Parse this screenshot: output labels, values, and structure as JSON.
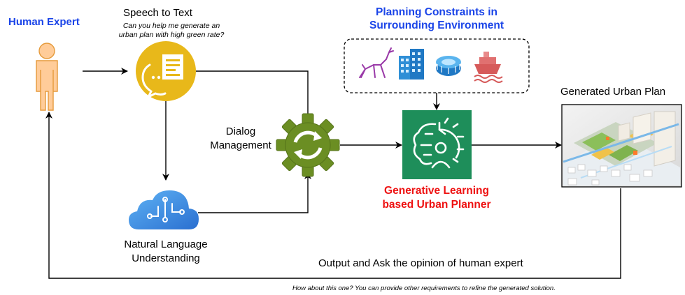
{
  "human_expert": {
    "label": "Human Expert"
  },
  "speech_to_text": {
    "title": "Speech to Text",
    "query": [
      "Can you help me generate an",
      "urban plan with high green rate?"
    ]
  },
  "constraints": {
    "title": [
      "Planning Constraints in",
      "Surrounding Environment"
    ]
  },
  "generated_plan": {
    "label": "Generated Urban Plan"
  },
  "dialog_management": {
    "label": [
      "Dialog",
      "Management"
    ]
  },
  "planner": {
    "label": [
      "Generative Learning",
      "based Urban Planner"
    ]
  },
  "nlu": {
    "label": [
      "Natural Language",
      "Understanding"
    ]
  },
  "feedback": {
    "label": "Output and Ask the opinion of human expert",
    "note": "How about this one? You can provide other requirements to refine the generated solution."
  },
  "colors": {
    "blue_text": "#1a44e8",
    "red_text": "#ee1111",
    "person_fill": "#ffcc99",
    "speech_icon": "#e8b81a",
    "gear": "#6b8e23",
    "planner_bg": "#1e8e5a",
    "cloud": "#3a8fe0"
  },
  "icons": [
    "person-icon",
    "speech-bubble-icon",
    "deer-icon",
    "building-icon",
    "stadium-icon",
    "ship-icon",
    "gear-cycle-icon",
    "brain-gear-icon",
    "cloud-circuit-icon",
    "city-map-image"
  ]
}
